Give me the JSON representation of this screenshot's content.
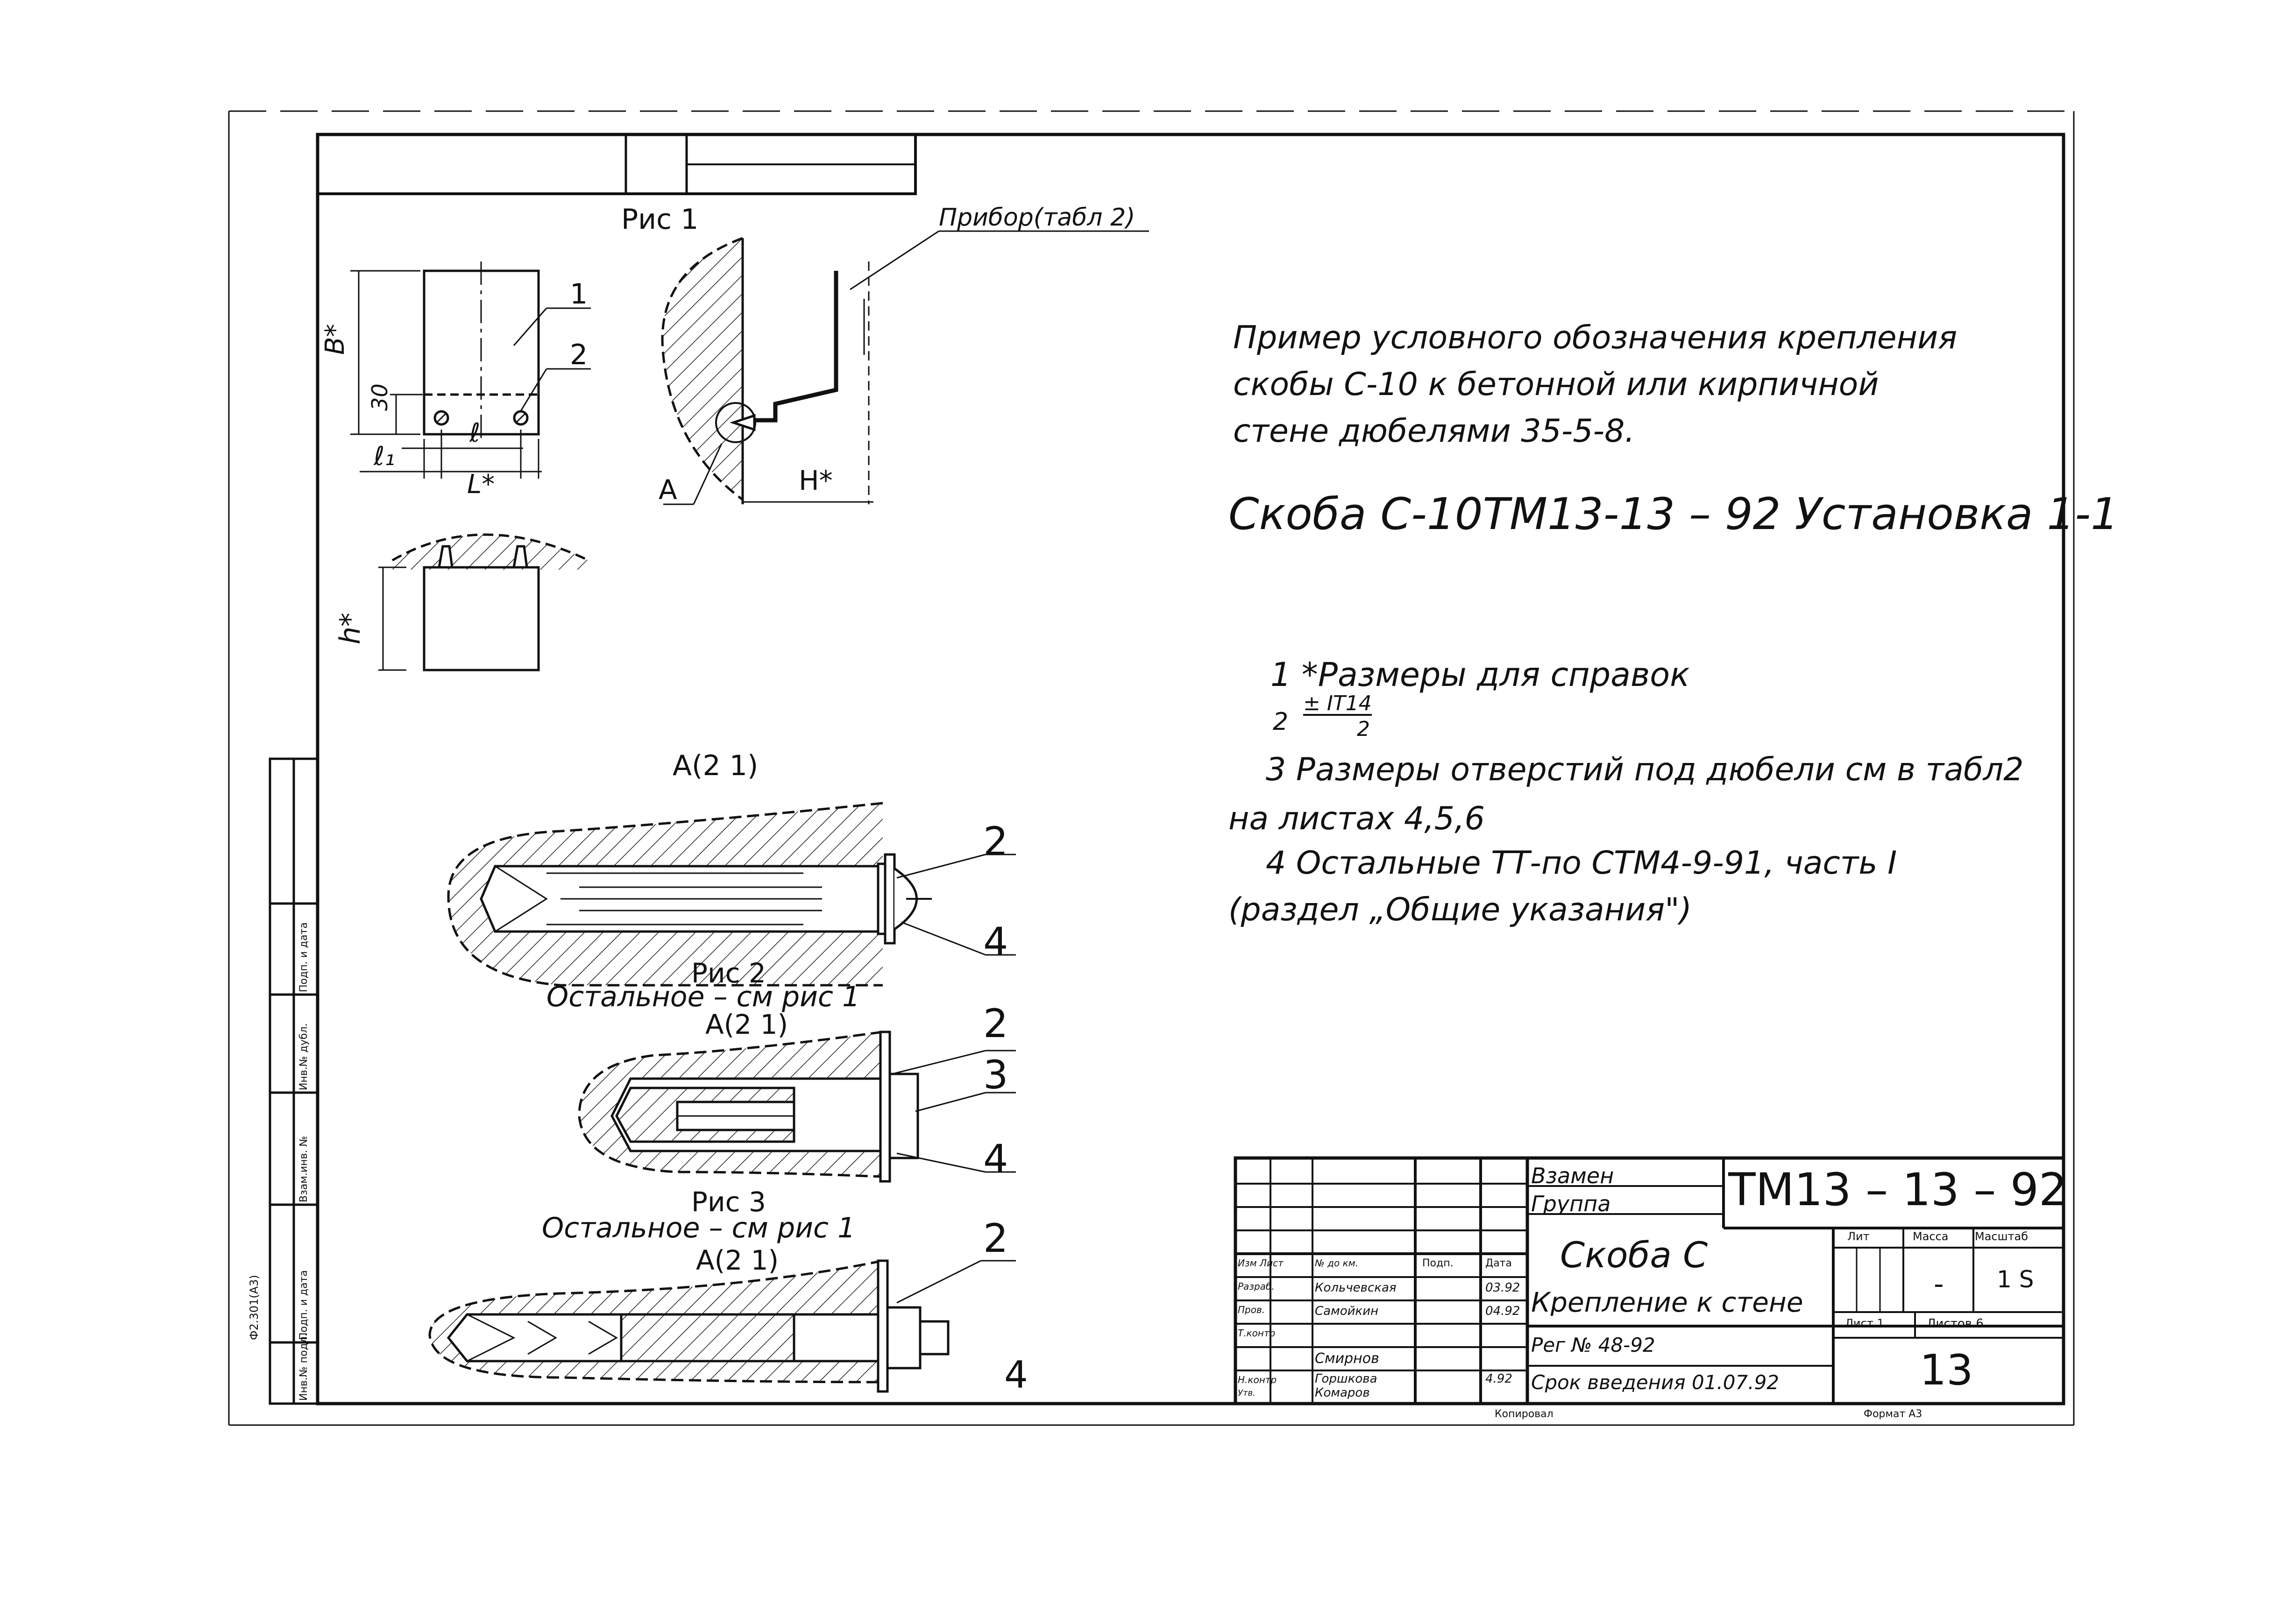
{
  "figures": {
    "fig1_title": "Рис 1",
    "device_label": "Прибор(табл 2)",
    "detail_a_label": "А",
    "dim_h_star": "Н*",
    "dim_b_star": "B*",
    "dim_30": "30",
    "dim_l1": "ℓ₁",
    "dim_l": "ℓ",
    "dim_l_star": "L*",
    "dim_h_small": "ℎ*",
    "pos1": "1",
    "pos2": "2",
    "view_a_1": "А(2 1)",
    "fig2_title": "Рис 2",
    "fig2_note": "Остальное – см рис 1",
    "view_a_2": "А(2 1)",
    "fig3_title": "Рис 3",
    "fig3_note": "Остальное – см рис 1",
    "view_a_3": "А(2 1)",
    "leaders_fig1": [
      "2",
      "4"
    ],
    "leaders_fig2": [
      "2",
      "3",
      "4"
    ],
    "leaders_fig3": [
      "2",
      "4"
    ]
  },
  "example": {
    "line1": "Пример условного обозначения крепления",
    "line2": "скобы С-10 к бетонной или кирпичной",
    "line3": "стене дюбелями 35-5-8.",
    "designation": "Скоба С-10ТМ13-13 – 92   Установка 1-1"
  },
  "notes": {
    "n1": "1 *Размеры для справок",
    "n2_prefix": "2",
    "n2_num": "± IT14",
    "n2_den": "2",
    "n3a": "3 Размеры отверстий под дюбели см в табл2",
    "n3b": "на листах 4,5,6",
    "n4a": "4 Остальные ТТ-по СТМ4-9-91, часть I",
    "n4b": "(раздел „Общие указания\")"
  },
  "title_block": {
    "vzamen": "Взамен",
    "gruppa": "Группа",
    "doc_code": "ТМ13 – 13 – 92",
    "name": "Скоба С",
    "subtitle": "Крепление к стене",
    "reg": "Рег № 48-92",
    "srok": "Срок введения 01.07.92",
    "h_lit": "Лит",
    "h_massa": "Масса",
    "h_masshtab": "Масштаб",
    "massa_val": "-",
    "masshtab_val": "1 S",
    "list_label": "Лист 1",
    "listov_label": "Листов 6",
    "sheet_no": "13",
    "h_izm": "Изм Лист",
    "h_doc": "№ до  км.",
    "h_podp": "Подп.",
    "h_data": "Дата",
    "r_razrab": "Разраб.",
    "r_prov": "Пров.",
    "r_tkontr": "Т.контр",
    "r_nkontr": "Н.контр",
    "r_utv": "Утв.",
    "n_razrab": "Кольчевская",
    "n_prov": "Самойкин",
    "n_4": "Смирнов",
    "n_5": "Горшкова",
    "n_6": "Комаров",
    "d_razrab": "03.92",
    "d_prov": "04.92",
    "d_nkontr": "4.92",
    "kopiroval": "Копировал",
    "format": "Формат А3",
    "sheet_mark": "4"
  },
  "side_stamp": {
    "c1": "Инв.№ подл.",
    "c2": "Подп. и дата",
    "c3": "Взам.инв. №",
    "c4": "Инв.№ дубл.",
    "c5": "Подп. и дата",
    "form": "Ф2.301(А3)"
  }
}
